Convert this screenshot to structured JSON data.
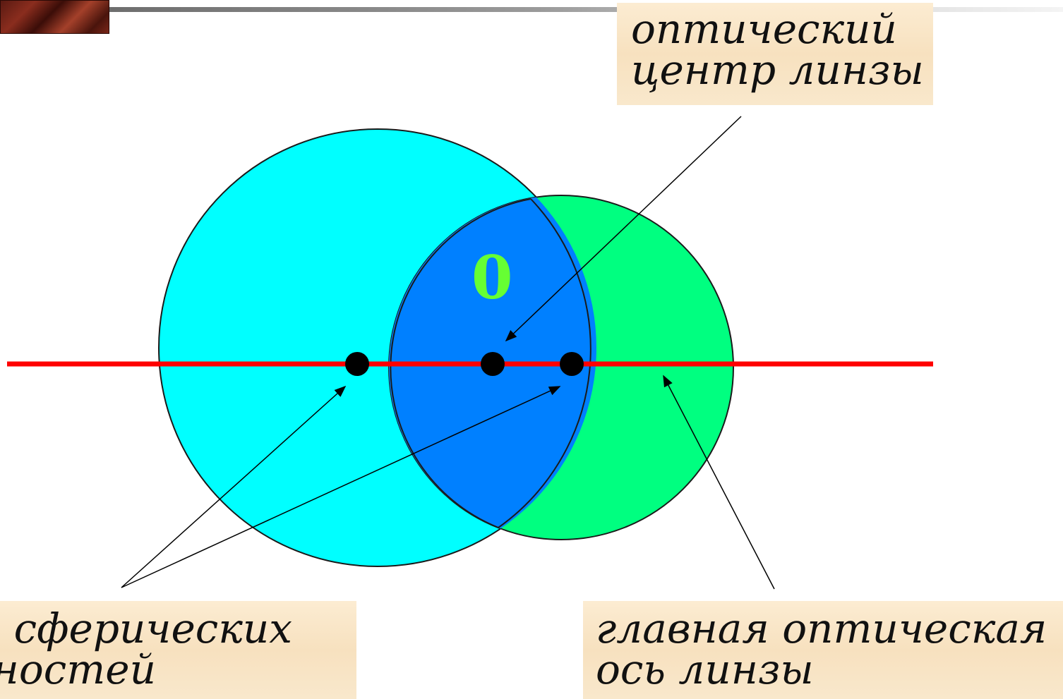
{
  "labels": {
    "optical_center": [
      "оптический",
      "центр линзы"
    ],
    "surface_centers": [
      "ы сферических",
      "кностей"
    ],
    "main_axis": [
      "главная оптическая",
      "ось линзы"
    ]
  },
  "center_mark": "0",
  "colors": {
    "left_circle": "#00ffff",
    "right_circle": "#00ff80",
    "overlap": "#0080ff",
    "axis_line": "#ff0000",
    "points": "#000000",
    "zero_label": "#66ff33",
    "label_background": "#f7e1bf"
  }
}
